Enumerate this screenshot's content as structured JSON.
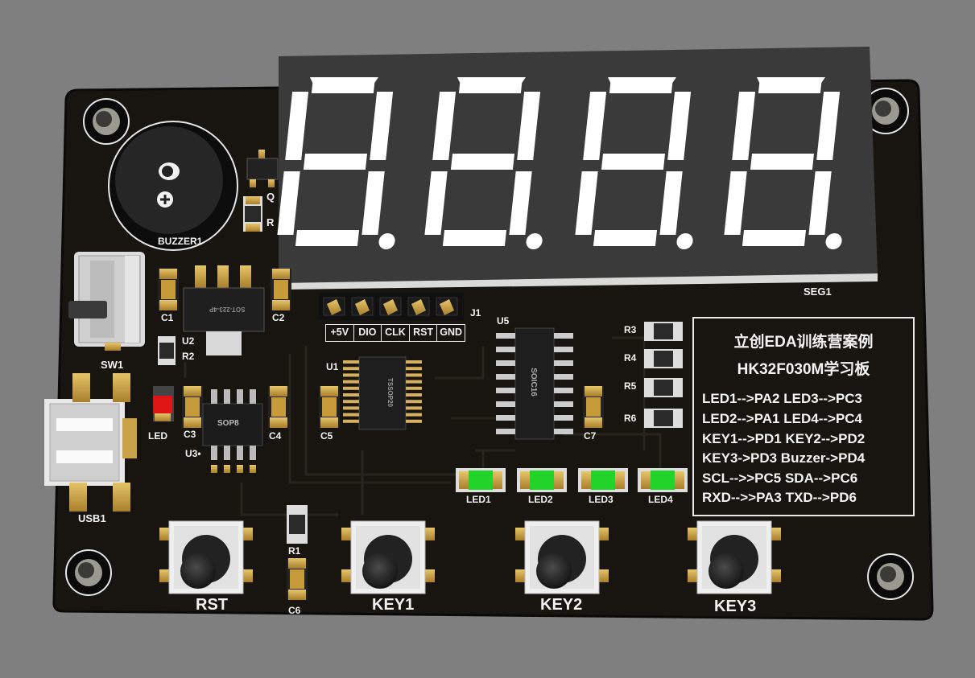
{
  "board": {
    "seg_label": "SEG1",
    "buzzer_label": "BUZZER1",
    "switch_label": "SW1",
    "usb_label": "USB1",
    "led_label": "LED",
    "header_label": "J1",
    "header_pins": [
      "+5V",
      "DIO",
      "CLK",
      "RST",
      "GND"
    ],
    "chips": {
      "u1": "U1",
      "u2": "U2",
      "u3": "U3•",
      "u5": "U5",
      "sop8": "SOP8",
      "soic16": "SOIC16",
      "tssop": "TSSOP20",
      "sot": "SOT-223-4P"
    },
    "caps": {
      "c1": "C1",
      "c2": "C2",
      "c3": "C3",
      "c4": "C4",
      "c5": "C5",
      "c6": "C6",
      "c7": "C7"
    },
    "resistors": {
      "r1": "R1",
      "r2": "R2",
      "r3": "R3",
      "r4": "R4",
      "r5": "R5",
      "r6": "R6",
      "r_top": "R"
    },
    "q_label": "Q",
    "leds": [
      "LED1",
      "LED2",
      "LED3",
      "LED4"
    ],
    "keys": {
      "rst": "RST",
      "key1": "KEY1",
      "key2": "KEY2",
      "key3": "KEY3"
    }
  },
  "info_box": {
    "title_line1": "立创EDA训练营案例",
    "title_line2": "HK32F030M学习板",
    "rows": [
      "LED1-->PA2  LED3-->PC3",
      "LED2-->PA1  LED4-->PC4",
      "KEY1-->PD1  KEY2-->PD2",
      "KEY3->PD3 Buzzer->PD4",
      "SCL-->>PC5   SDA-->PC6",
      "RXD-->>PA3   TXD-->PD6"
    ]
  },
  "colors": {
    "background": "#7f7f7f",
    "pcb": "#181510",
    "display_body": "#3a3a3a",
    "segment": "#ffffff",
    "gold": "#c9a24a",
    "led_on": "#22d32a",
    "power_led": "#e01515"
  }
}
